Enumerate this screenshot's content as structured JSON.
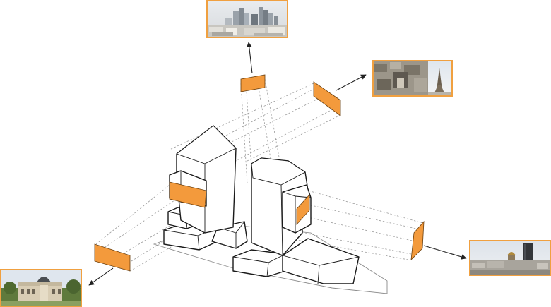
{
  "colors": {
    "accent_orange": "#f39a3c",
    "frame_orange": "#f0a040",
    "line_gray": "#9a9a9a",
    "ink": "#1a1a1a"
  },
  "views": [
    {
      "id": "north",
      "subject": "la-defense-skyline-photo"
    },
    {
      "id": "east",
      "subject": "arc-de-triomphe-and-eiffel-tower-photo"
    },
    {
      "id": "south-east",
      "subject": "tour-montparnasse-and-invalides-photo"
    },
    {
      "id": "south-west",
      "subject": "meudon-observatory-photo"
    }
  ]
}
